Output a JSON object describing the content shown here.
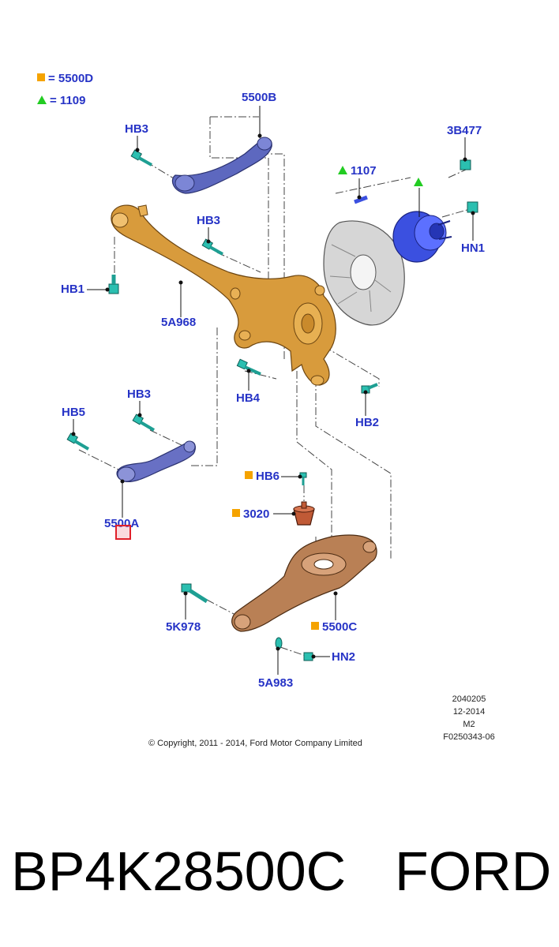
{
  "legend": [
    {
      "symbol": "square",
      "text": "= 5500D",
      "color": "#f5a300"
    },
    {
      "symbol": "triangle",
      "text": "= 1109",
      "color": "#22cc22"
    }
  ],
  "labels": {
    "5500B": "5500B",
    "HB3_top": "HB3",
    "3B477": "3B477",
    "1107": "1107",
    "HB3_mid": "HB3",
    "HN1": "HN1",
    "HB1": "HB1",
    "5A968": "5A968",
    "HB4": "HB4",
    "HB2": "HB2",
    "HB3_low": "HB3",
    "HB5": "HB5",
    "5500A": "5500A",
    "HB6": "HB6",
    "3020": "3020",
    "5K978": "5K978",
    "5500C": "5500C",
    "HN2": "HN2",
    "5A983": "5A983"
  },
  "meta": [
    "2040205",
    "12-2014",
    "M2",
    "F0250343-06"
  ],
  "copyright": "© Copyright, 2011 - 2014, Ford Motor Company Limited",
  "footer": {
    "part_number": "BP4K28500C",
    "brand": "FORD"
  },
  "colors": {
    "label": "#2633c6",
    "knuckle": "#d79a3a",
    "lower_arm": "#b07a4e",
    "upper_arm": "#5560b8",
    "bolt": "#2bbfb0",
    "hub": "#3a4fe0",
    "highlight": "#e0202a"
  }
}
